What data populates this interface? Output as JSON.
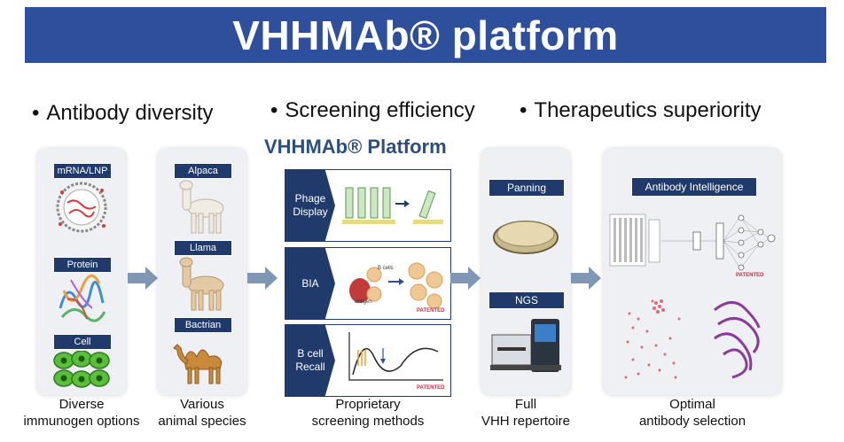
{
  "title": "VHHMAb® platform",
  "bullets": [
    "Antibody diversity",
    "Screening efficiency",
    "Therapeutics superiority"
  ],
  "inner_title": "VHHMAb® Platform",
  "immunogen": {
    "labels": [
      "mRNA/LNP",
      "Protein",
      "Cell"
    ],
    "caption_1": "Diverse",
    "caption_2": "immunogen options"
  },
  "species": {
    "labels": [
      "Alpaca",
      "Llama",
      "Bactrian"
    ],
    "caption_1": "Various",
    "caption_2": "animal species"
  },
  "screening": {
    "methods": [
      {
        "line1": "Phage",
        "line2": "Display"
      },
      {
        "line1": "BIA",
        "line2": ""
      },
      {
        "line1": "B cell",
        "line2": "Recall"
      }
    ],
    "bia_bcells": "B cells",
    "bia_antigen": "antigen",
    "patented": "PATENTED",
    "caption_1": "Proprietary",
    "caption_2": "screening methods"
  },
  "repertoire": {
    "labels": [
      "Panning",
      "NGS"
    ],
    "caption_1": "Full",
    "caption_2": "VHH repertoire"
  },
  "selection": {
    "label": "Antibody Intelligence",
    "patented": "PATENTED",
    "caption_1": "Optimal",
    "caption_2": "antibody selection"
  },
  "colors": {
    "title_bar": "#2d4f9c",
    "navy": "#1f3a6b",
    "arrow": "#7f96b4",
    "patented": "#c0304a"
  }
}
